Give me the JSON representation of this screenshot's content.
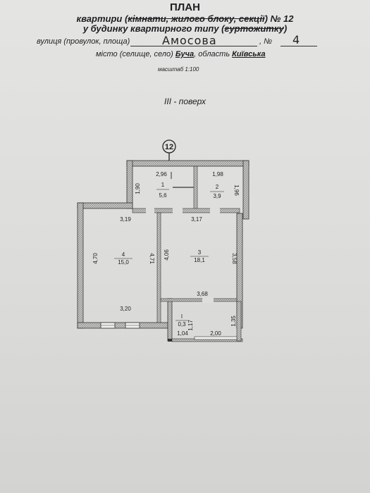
{
  "header": {
    "title": "ПЛАН",
    "line1_prefix": "квартири (",
    "line1_struck": "кімнати, жилого блоку, секції",
    "line1_suffix": ") № 12",
    "line2_prefix": "у будинку квартирного  типу (",
    "line2_struck": "гуртожитку",
    "line2_suffix": ")",
    "street_label": "вулиця (провулок, площа)",
    "street_value": "Амосова",
    "number_label": ", №",
    "number_value": "4",
    "city_label": "місто",
    "city_mid": "(селище, село)",
    "city_value": "Буча",
    "oblast_label": ", область",
    "oblast_value": "Київська",
    "scale": "масштаб   1:100",
    "floor": "III - поверх"
  },
  "plan": {
    "apartment_number": "12",
    "rooms": [
      {
        "id": "1",
        "area": "5,6"
      },
      {
        "id": "2",
        "area": "3,9"
      },
      {
        "id": "3",
        "area": "18,1"
      },
      {
        "id": "4",
        "area": "15,0"
      },
      {
        "id": "I",
        "area": "0,3"
      }
    ],
    "dims": {
      "d_296": "2,96",
      "d_190": "1,90",
      "d_198": "1,98",
      "d_196": "1,96",
      "d_319": "3,19",
      "d_317": "3,17",
      "d_470": "4,70",
      "d_471": "4,71",
      "d_406": "4,06",
      "d_358": "3,58",
      "d_368": "3,68",
      "d_320": "3,20",
      "d_117": "1,17",
      "d_135": "1,35",
      "d_104": "1,04",
      "d_200": "2,00"
    }
  }
}
